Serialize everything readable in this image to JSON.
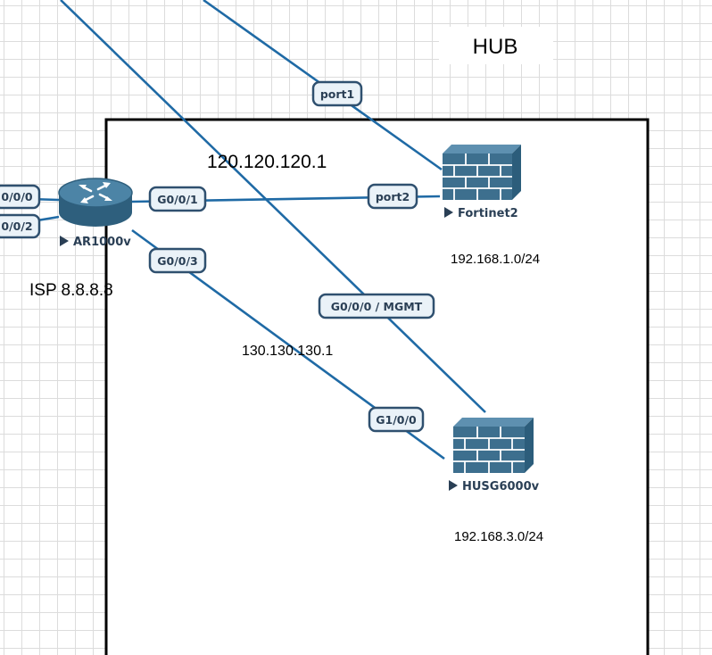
{
  "zone": {
    "title": "HUB"
  },
  "annotations": {
    "wan_ip_1": "120.120.120.1",
    "wan_ip_2": "130.130.130.1",
    "isp": "ISP 8.8.8.8",
    "subnet_fortinet": "192.168.1.0/24",
    "subnet_husg": "192.168.3.0/24"
  },
  "devices": {
    "router": {
      "label": "AR1000v",
      "icon": "router-icon"
    },
    "fortinet": {
      "label": "Fortinet2",
      "icon": "firewall-icon"
    },
    "husg": {
      "label": "HUSG6000v",
      "icon": "firewall-icon"
    }
  },
  "ports": {
    "router_g000": "0/0/0",
    "router_g002": "0/0/2",
    "router_g001": "G0/0/1",
    "router_g003": "G0/0/3",
    "fortinet_port1": "port1",
    "fortinet_port2": "port2",
    "husg_mgmt": "G0/0/0 / MGMT",
    "husg_g100": "G1/0/0"
  },
  "colors": {
    "link": "#1f6aa5",
    "device": "#3d6f8e",
    "port_border": "#2f506f",
    "port_fill": "#eaf2f8"
  }
}
